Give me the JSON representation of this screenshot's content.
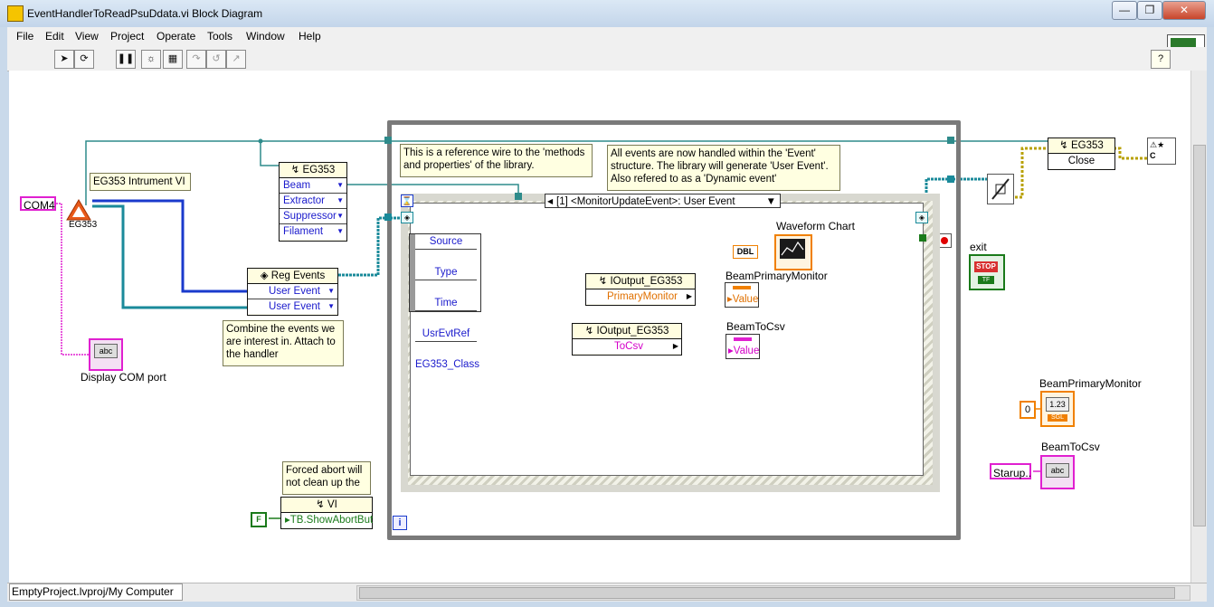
{
  "window": {
    "title": "EventHandlerToReadPsuDdata.vi Block Diagram",
    "controls": [
      "—",
      "❐",
      "✕"
    ]
  },
  "menu": [
    "File",
    "Edit",
    "View",
    "Project",
    "Operate",
    "Tools",
    "Window",
    "Help"
  ],
  "status": {
    "path": "EmptyProject.lvproj/My Computer"
  },
  "colors": {
    "wire_green": "#2e8b8b",
    "wire_blue": "#1a3acc",
    "wire_magenta": "#e020d0",
    "wire_orange": "#f08000",
    "wire_yellow": "#b8a000",
    "structure_gray": "#7a7a7a"
  },
  "diagram": {
    "com_constant": "COM4",
    "eg353_vi_title": "EG353 Intrument VI",
    "eg353_icon_label": "EG353",
    "display_com_label": "Display COM port",
    "display_com_term": "abc",
    "node_eg353": {
      "title": "EG353",
      "rows": [
        "Beam",
        "Extractor",
        "Suppressor",
        "Filament"
      ]
    },
    "reg_events": {
      "title": "Reg Events",
      "rows": [
        "User Event",
        "User Event"
      ]
    },
    "comment_combine": "Combine the events we are interest in. Attach to the handler",
    "comment_reference": "This is a reference wire to the 'methods and properties' of the library.",
    "comment_all_events": "All events are now handled within the 'Event' structure. The library will generate 'User Event'. Also refered to as a 'Dynamic event'",
    "event_case_selector": "[1] <MonitorUpdateEvent>: User Event",
    "event_data_node": [
      "Source",
      "Type",
      "Time",
      "UsrEvtRef",
      "EG353_Class"
    ],
    "ioutput_primary": {
      "title": "IOutput_EG353",
      "row": "PrimaryMonitor"
    },
    "ioutput_csv": {
      "title": "IOutput_EG353",
      "row": "ToCsv"
    },
    "dbl_label": "DBL",
    "waveform_chart": "Waveform Chart",
    "beam_primary_monitor_label": "BeamPrimaryMonitor",
    "beam_primary_value": "Value",
    "beam_to_csv_label": "BeamToCsv",
    "beam_to_csv_value": "Value",
    "comment_forced_abort": "Forced abort will not clean up the",
    "vi_node": {
      "title": "VI",
      "row": "TB.ShowAbortBut"
    },
    "false_constant": "F",
    "exit_label": "exit",
    "stop_text": "STOP",
    "stop_tf": "TF",
    "close_node": {
      "title": "EG353",
      "row": "Close"
    },
    "bpm_indicator_label": "BeamPrimaryMonitor",
    "bpm_zero": "0",
    "bpm_indicator_text": "1.23",
    "bpm_indicator_type": "SGL",
    "btc_indicator_label": "BeamToCsv",
    "btc_startup": "Starup..",
    "btc_indicator_text": "abc",
    "iteration_terminal": "i"
  }
}
